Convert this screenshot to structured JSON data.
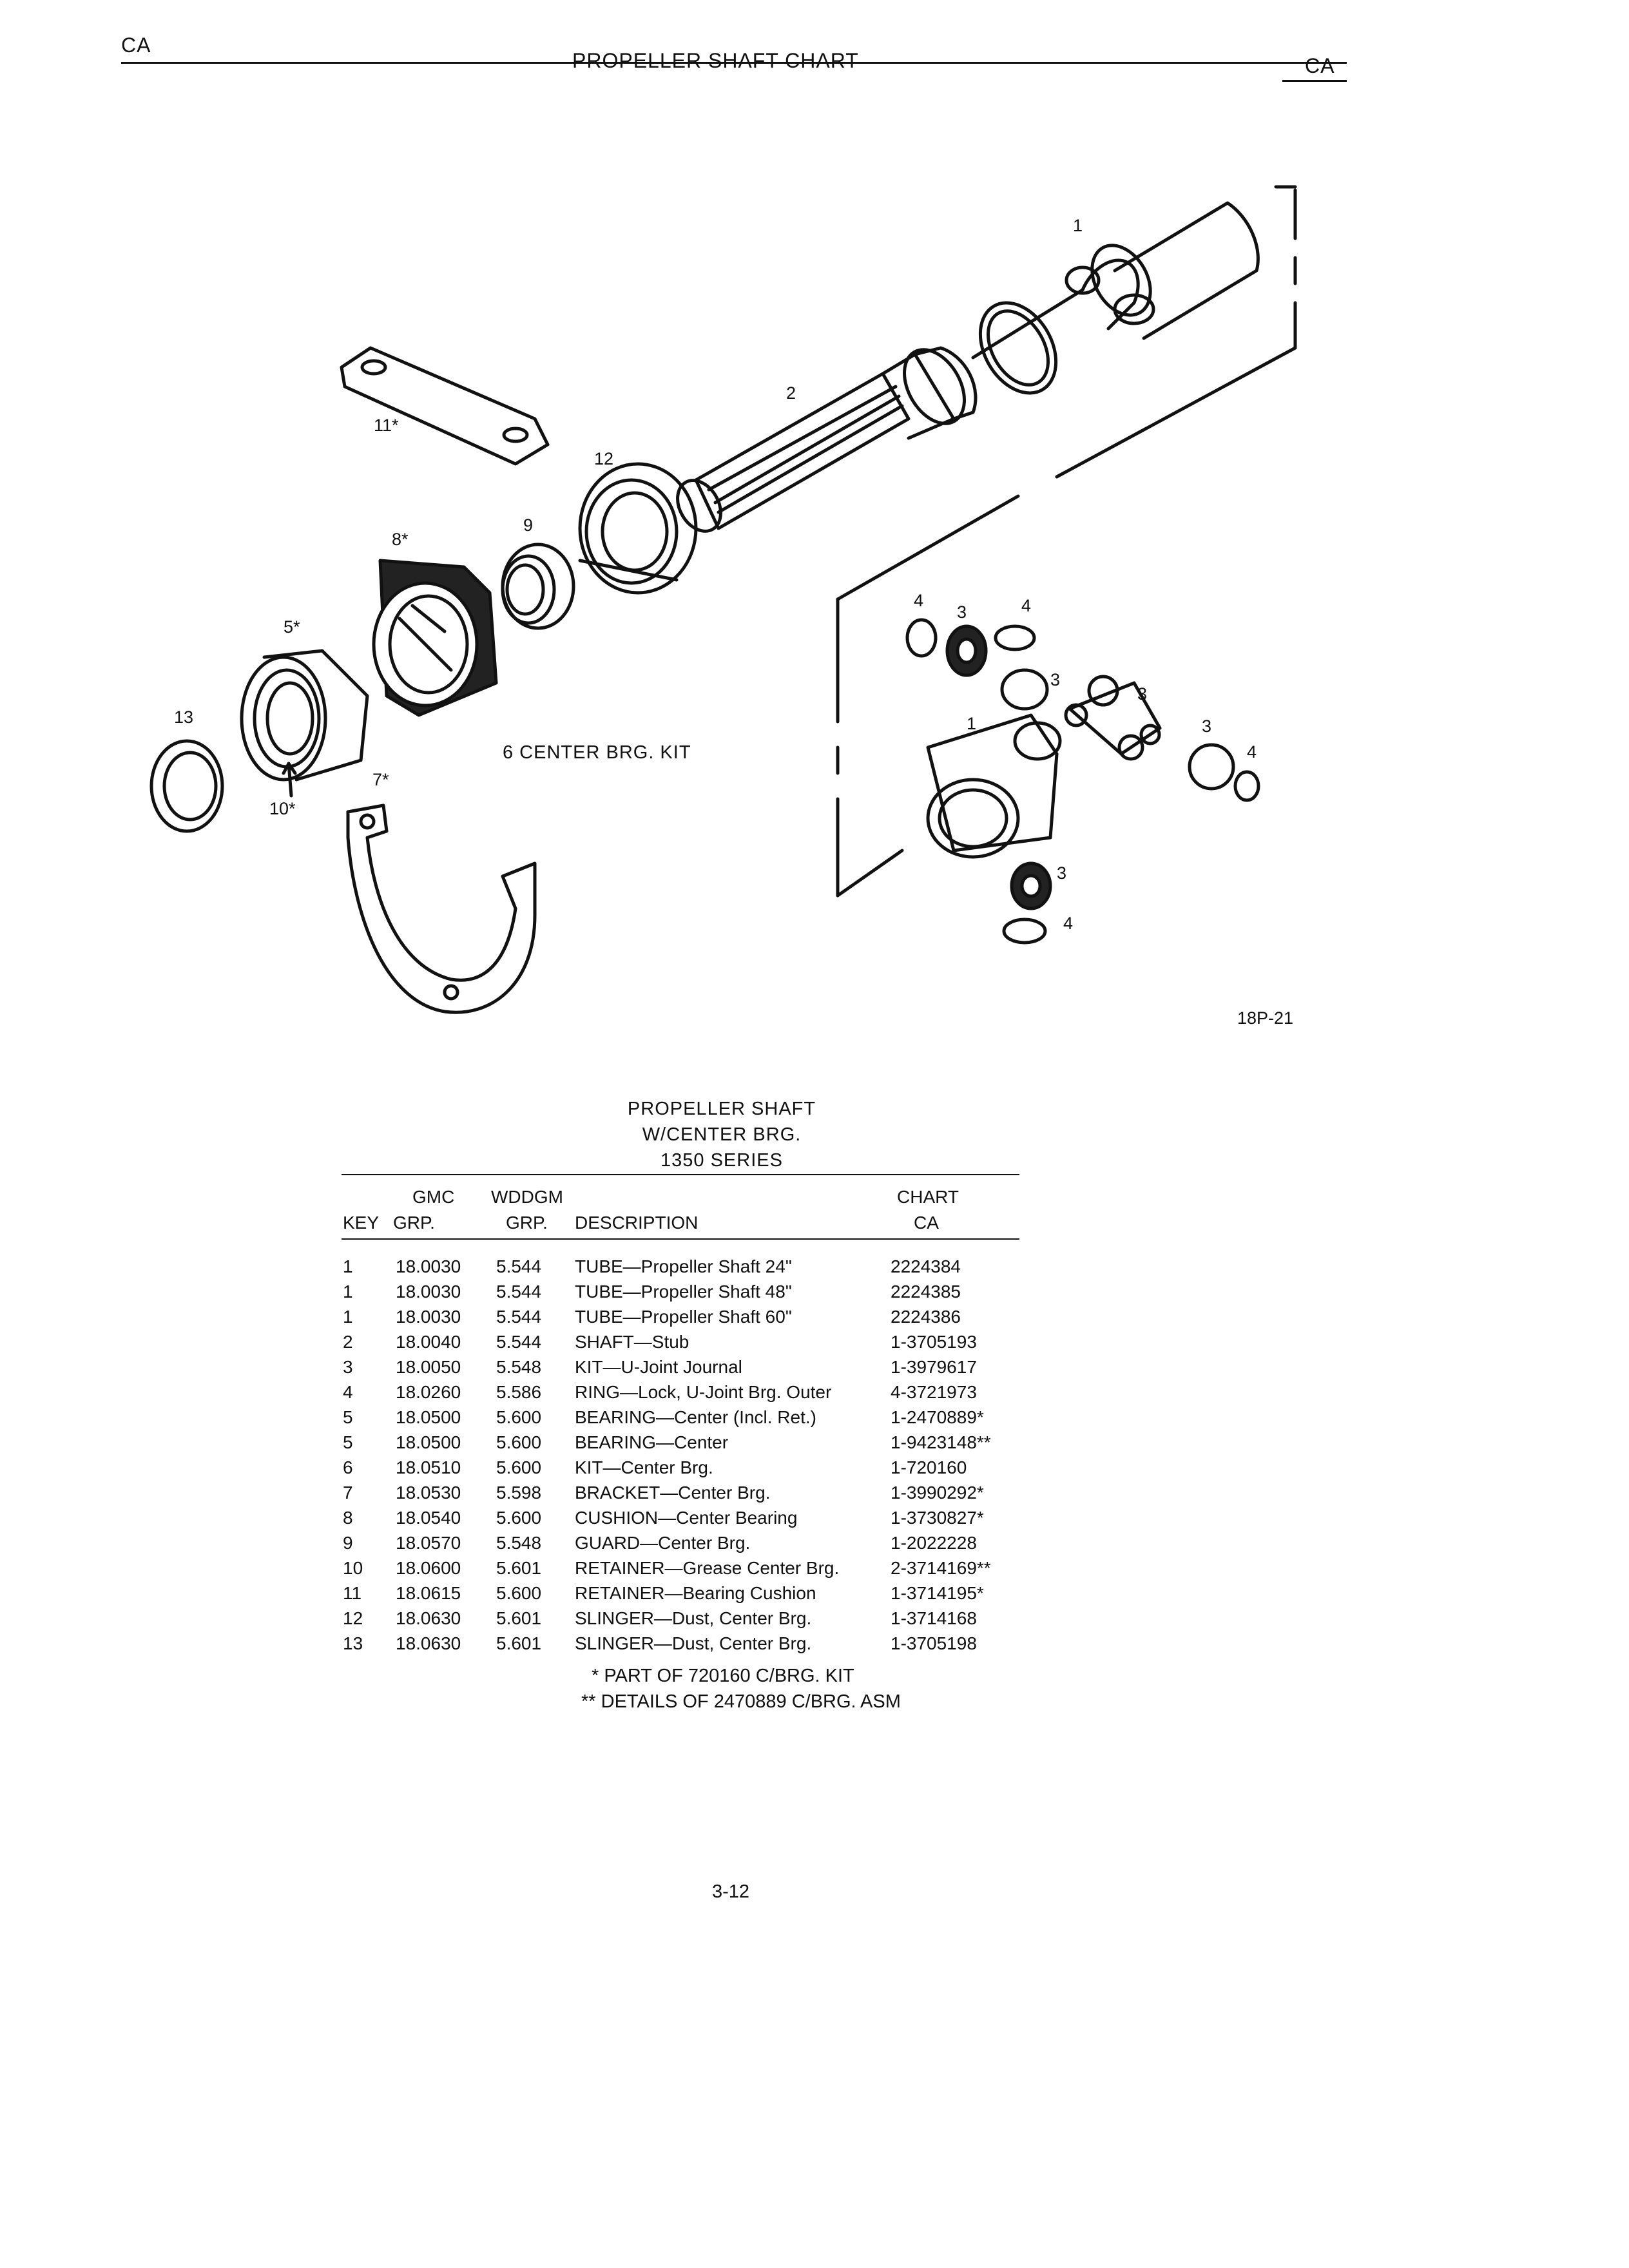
{
  "header": {
    "left_code": "CA",
    "title": "PROPELLER SHAFT CHART",
    "right_code": "CA"
  },
  "figure": {
    "id": "18P-21",
    "center_kit_label": "6 CENTER BRG. KIT",
    "callouts": {
      "c1_top": "1",
      "c2": "2",
      "c11": "11*",
      "c12": "12",
      "c9": "9",
      "c8": "8*",
      "c5": "5*",
      "c13": "13",
      "c10": "10*",
      "c7": "7*",
      "u4a": "4",
      "u3a": "3",
      "u4b": "4",
      "u3b": "3",
      "u3c": "3",
      "u1": "1",
      "u3d": "3",
      "u4c": "4",
      "u3e": "3",
      "u4d": "4"
    }
  },
  "table": {
    "title_lines": [
      "PROPELLER SHAFT",
      "W/CENTER BRG.",
      "1350 SERIES"
    ],
    "headers": {
      "gmc_top": "GMC",
      "wddgm_top": "WDDGM",
      "chart_top": "CHART",
      "key": "KEY",
      "gmc": "GRP.",
      "wddgm": "GRP.",
      "desc": "DESCRIPTION",
      "chart": "CA"
    },
    "rows": [
      {
        "key": "1",
        "gmc": "18.0030",
        "wddgm": "5.544",
        "desc": "TUBE—Propeller Shaft 24\"",
        "part": "2224384"
      },
      {
        "key": "1",
        "gmc": "18.0030",
        "wddgm": "5.544",
        "desc": "TUBE—Propeller Shaft 48\"",
        "part": "2224385"
      },
      {
        "key": "1",
        "gmc": "18.0030",
        "wddgm": "5.544",
        "desc": "TUBE—Propeller Shaft 60\"",
        "part": "2224386"
      },
      {
        "key": "2",
        "gmc": "18.0040",
        "wddgm": "5.544",
        "desc": "SHAFT—Stub",
        "part": "1-3705193"
      },
      {
        "key": "3",
        "gmc": "18.0050",
        "wddgm": "5.548",
        "desc": "KIT—U-Joint Journal",
        "part": "1-3979617"
      },
      {
        "key": "4",
        "gmc": "18.0260",
        "wddgm": "5.586",
        "desc": "RING—Lock, U-Joint Brg. Outer",
        "part": "4-3721973"
      },
      {
        "key": "5",
        "gmc": "18.0500",
        "wddgm": "5.600",
        "desc": "BEARING—Center (Incl. Ret.)",
        "part": "1-2470889*"
      },
      {
        "key": "5",
        "gmc": "18.0500",
        "wddgm": "5.600",
        "desc": "BEARING—Center",
        "part": "1-9423148**"
      },
      {
        "key": "6",
        "gmc": "18.0510",
        "wddgm": "5.600",
        "desc": "KIT—Center Brg.",
        "part": "1-720160"
      },
      {
        "key": "7",
        "gmc": "18.0530",
        "wddgm": "5.598",
        "desc": "BRACKET—Center Brg.",
        "part": "1-3990292*"
      },
      {
        "key": "8",
        "gmc": "18.0540",
        "wddgm": "5.600",
        "desc": "CUSHION—Center Bearing",
        "part": "1-3730827*"
      },
      {
        "key": "9",
        "gmc": "18.0570",
        "wddgm": "5.548",
        "desc": "GUARD—Center Brg.",
        "part": "1-2022228"
      },
      {
        "key": "10",
        "gmc": "18.0600",
        "wddgm": "5.601",
        "desc": "RETAINER—Grease Center Brg.",
        "part": "2-3714169**"
      },
      {
        "key": "11",
        "gmc": "18.0615",
        "wddgm": "5.600",
        "desc": "RETAINER—Bearing Cushion",
        "part": "1-3714195*"
      },
      {
        "key": "12",
        "gmc": "18.0630",
        "wddgm": "5.601",
        "desc": "SLINGER—Dust, Center Brg.",
        "part": "1-3714168"
      },
      {
        "key": "13",
        "gmc": "18.0630",
        "wddgm": "5.601",
        "desc": "SLINGER—Dust, Center Brg.",
        "part": "1-3705198"
      }
    ],
    "notes": [
      "*  PART OF 720160 C/BRG. KIT",
      "**  DETAILS OF 2470889 C/BRG. ASM"
    ]
  },
  "page_number": "3-12"
}
